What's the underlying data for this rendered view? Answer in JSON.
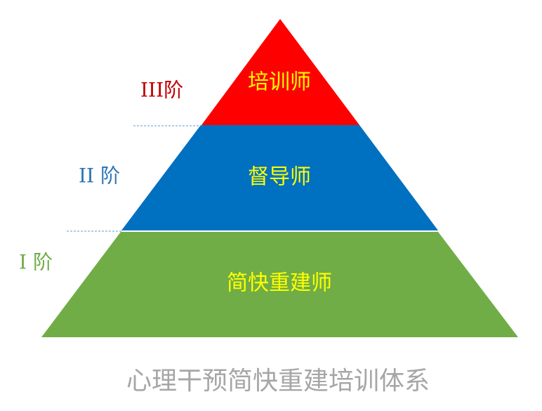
{
  "diagram": {
    "tiers": [
      {
        "name": "培训师",
        "level": "III阶",
        "color": "#ff0000",
        "level_color": "#c00000"
      },
      {
        "name": "督导师",
        "level": "II 阶",
        "color": "#0070c0",
        "level_color": "#2e75b6"
      },
      {
        "name": "简快重建师",
        "level": "I 阶",
        "color": "#70ad47",
        "level_color": "#70ad47"
      }
    ],
    "text_color": "#ffff00",
    "caption": "心理干预简快重建培训体系",
    "caption_color": "#a6a6a6",
    "separator_color": "#5b9bd5"
  }
}
